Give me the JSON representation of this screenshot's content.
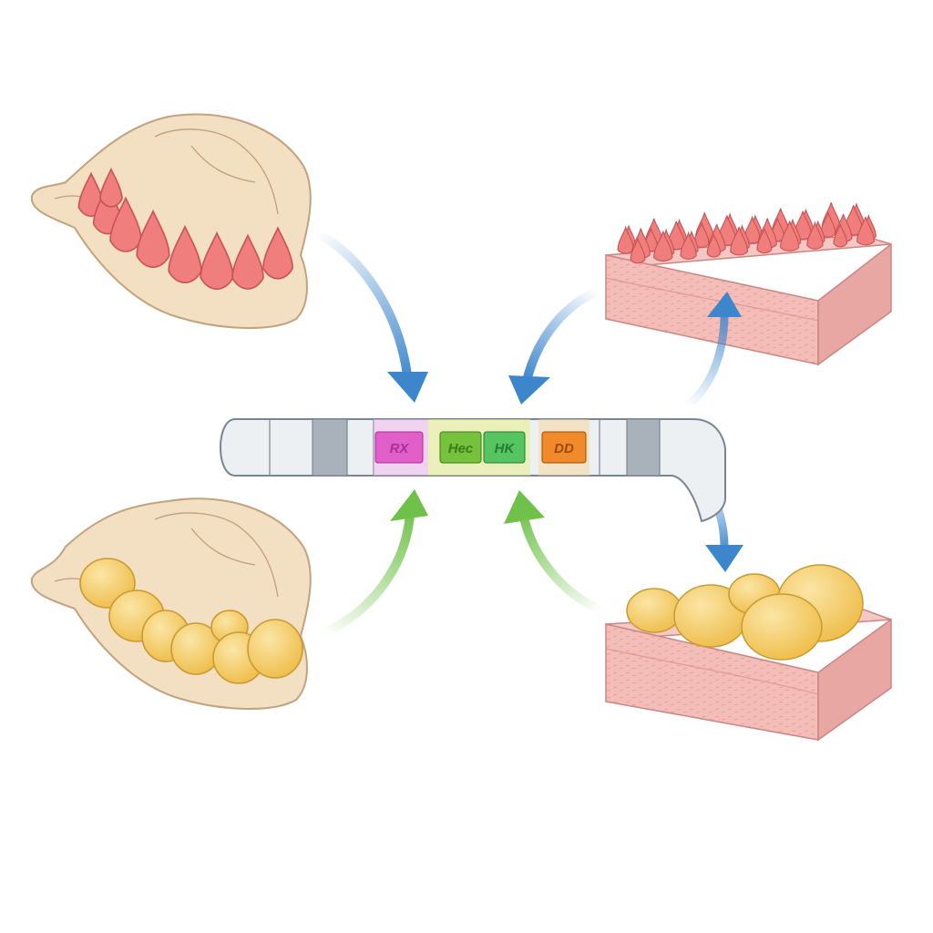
{
  "colors": {
    "background": "#ffffff",
    "palate_fill": "#f3dfc1",
    "palate_stroke": "#c2a27f",
    "spiky_fill": "#ef7e7c",
    "spiky_stroke": "#c85356",
    "round_fill": "#f4cd62",
    "round_stroke": "#c99a32",
    "tissue_top": "#f6c8c3",
    "tissue_front": "#f4bdb8",
    "tissue_side": "#e9a7a3",
    "tissue_stroke": "#c98684",
    "arrow_blue": "#3d86cc",
    "arrow_green": "#6fc14a",
    "tube_fill": "#edf0f3",
    "tube_band": "#a9b2bb",
    "tube_stroke": "#7b8592"
  },
  "segments": [
    {
      "label": "RX",
      "fill": "#e05fc9",
      "text": "#a8309a",
      "glow": "#f3b6ec"
    },
    {
      "label": "Hec",
      "fill": "#76c23d",
      "text": "#3d7a1d",
      "glow": "#e9ef8a"
    },
    {
      "label": "HK",
      "fill": "#57c462",
      "text": "#237b31",
      "glow": "#e9ef8a"
    },
    {
      "label": "DD",
      "fill": "#f08a2a",
      "text": "#9c4a0c",
      "glow": "#f7d39a"
    }
  ],
  "arrows": [
    {
      "id": "top-left",
      "color": "blue"
    },
    {
      "id": "top-right",
      "color": "blue"
    },
    {
      "id": "bottom-left",
      "color": "green"
    },
    {
      "id": "bottom-right",
      "color": "green"
    },
    {
      "id": "up-to-spiky-tissue",
      "color": "blue"
    },
    {
      "id": "tube-to-round-tissue",
      "color": "blue"
    }
  ]
}
